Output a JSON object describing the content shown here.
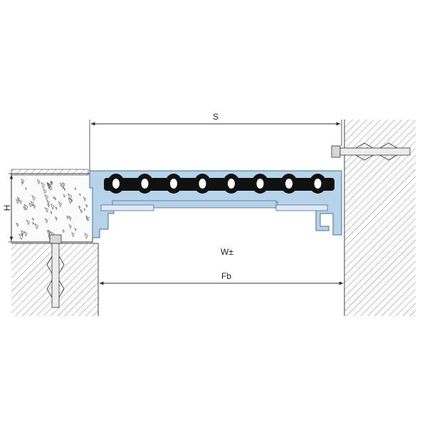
{
  "diagram": {
    "labels": {
      "s": "S",
      "h": "H",
      "w": "W±",
      "fb": "Fb"
    },
    "colors": {
      "profile_fill": "#b7d3ea",
      "profile_stroke": "#4a6f94",
      "insert_fill": "#111111",
      "concrete_fill": "#fafafa",
      "hatch": "#555555",
      "dim_line": "#333333",
      "anchor_fill": "#c9c9c9"
    },
    "seal_count": 8
  }
}
